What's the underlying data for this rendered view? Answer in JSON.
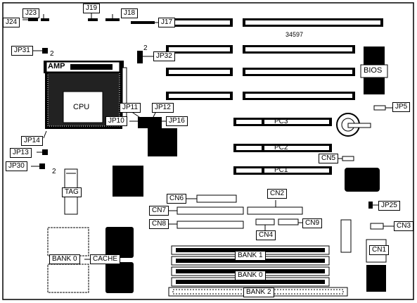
{
  "board_id": "34597",
  "labels": {
    "j23": "J23",
    "j24": "J24",
    "j19": "J19",
    "j18": "J18",
    "j17": "J17",
    "jp31": "JP31",
    "jp32": "JP32",
    "jp5": "JP5",
    "amp": "AMP",
    "bios": "BIOS",
    "cpu": "CPU",
    "jp11": "JP11",
    "jp12": "JP12",
    "jp10": "JP10",
    "jp16": "JP16",
    "jp14": "JP14",
    "jp13": "JP13",
    "jp30": "JP30",
    "pc3": "PC3",
    "pc2": "PC2",
    "pc1": "PC1",
    "cn5": "CN5",
    "tag": "TAG",
    "cn6": "CN6",
    "cn2": "CN2",
    "cn7": "CN7",
    "cn8": "CN8",
    "cn9": "CN9",
    "cn4": "CN4",
    "jp25": "JP25",
    "cn3": "CN3",
    "cn1": "CN1",
    "bank0_left": "BANK 0",
    "cache": "CACHE",
    "bank1": "BANK 1",
    "bank0": "BANK 0",
    "bank2": "BANK 2",
    "pin2_jp31": "2",
    "pin2_jp32": "2",
    "pin2_jp30": "2"
  }
}
